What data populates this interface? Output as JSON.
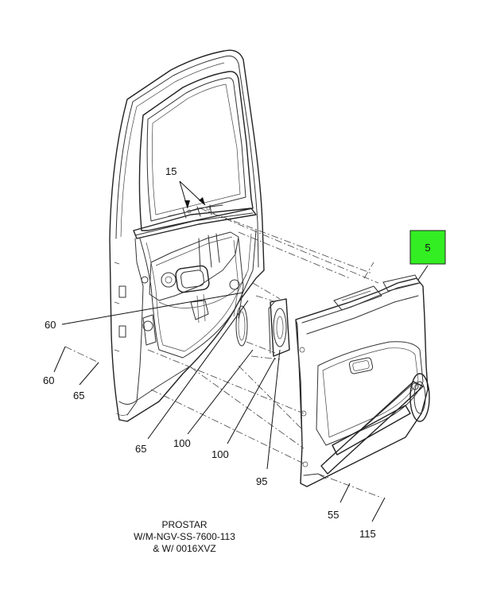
{
  "callouts": [
    {
      "id": "c15",
      "text": "15"
    },
    {
      "id": "c5",
      "text": "5"
    },
    {
      "id": "c60a",
      "text": "60"
    },
    {
      "id": "c60b",
      "text": "60"
    },
    {
      "id": "c65a",
      "text": "65"
    },
    {
      "id": "c65b",
      "text": "65"
    },
    {
      "id": "c100a",
      "text": "100"
    },
    {
      "id": "c100b",
      "text": "100"
    },
    {
      "id": "c95",
      "text": "95"
    },
    {
      "id": "c55",
      "text": "55"
    },
    {
      "id": "c115",
      "text": "115"
    }
  ],
  "caption": {
    "line1": "PROSTAR",
    "line2": "W/M-NGV-SS-7600-113",
    "line3": "& W/ 0016XVZ"
  },
  "colors": {
    "highlight": "#33ee22",
    "line": "#222222"
  }
}
